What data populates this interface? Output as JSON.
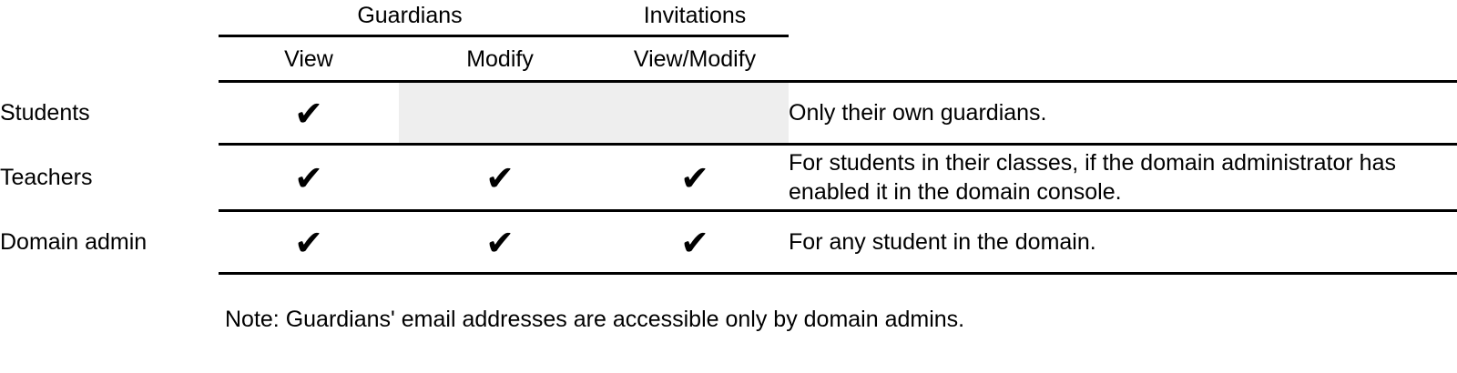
{
  "table": {
    "group_headers": [
      {
        "label": "Guardians",
        "span": 2
      },
      {
        "label": "Invitations",
        "span": 1
      }
    ],
    "column_headers": {
      "role": "",
      "view": "View",
      "modify": "Modify",
      "invitations": "View/Modify",
      "notes": ""
    },
    "rows": [
      {
        "role": "Students",
        "view": "✔",
        "modify": "",
        "invitations": "",
        "notes": "Only their own guardians.",
        "shaded_cells": "modify+invitations"
      },
      {
        "role": "Teachers",
        "view": "✔",
        "modify": "✔",
        "invitations": "✔",
        "notes": "For students in their classes, if the domain administrator has enabled it in the domain console.",
        "shaded_cells": "none"
      },
      {
        "role": "Domain admin",
        "view": "✔",
        "modify": "✔",
        "invitations": "✔",
        "notes": "For any student in the domain.",
        "shaded_cells": "none"
      }
    ]
  },
  "footnote": "Note: Guardians' email addresses are accessible only by domain admins.",
  "colors": {
    "rule": "#000000",
    "shaded_cell": "#eeeeee",
    "text": "#000000",
    "background": "#ffffff"
  }
}
